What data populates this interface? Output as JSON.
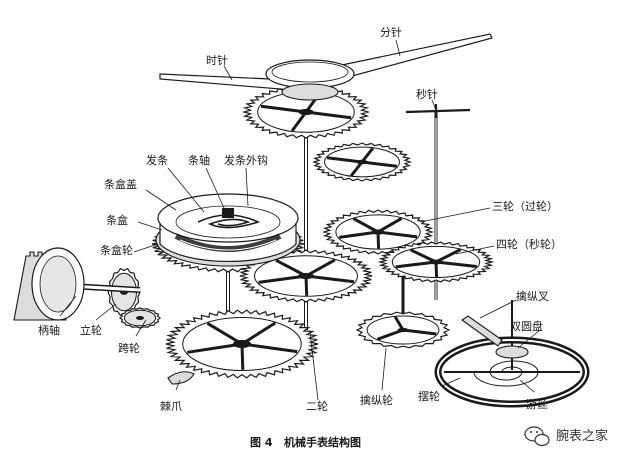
{
  "labels": {
    "minute_hand": "分针",
    "hour_hand": "时针",
    "second_hand": "秒针",
    "mainspring": "发条",
    "barrel_arbor": "条轴",
    "mainspring_outer_hook": "发条外钩",
    "barrel_cover": "条盒盖",
    "barrel": "条盒",
    "barrel_wheel": "条盒轮",
    "third_wheel": "三轮（过轮）",
    "fourth_wheel": "四轮（秒轮）",
    "escape_fork": "擒纵叉",
    "double_roller": "双圆盘",
    "winding_stem": "柄轴",
    "crown_wheel": "立轮",
    "transmission_wheel": "跨轮",
    "click": "棘爪",
    "second_wheel": "二轮",
    "escape_wheel": "擒纵轮",
    "balance_wheel": "摆轮",
    "hairspring": "游丝"
  },
  "caption": {
    "figure_no": "图 4",
    "title": "机械手表结构图"
  },
  "watermark": {
    "text": "腕表之家",
    "icon": "wechat-icon"
  },
  "colors": {
    "ink": "#1a1a1a",
    "fill": "#ffffff",
    "shade": "#dcdcdc"
  }
}
